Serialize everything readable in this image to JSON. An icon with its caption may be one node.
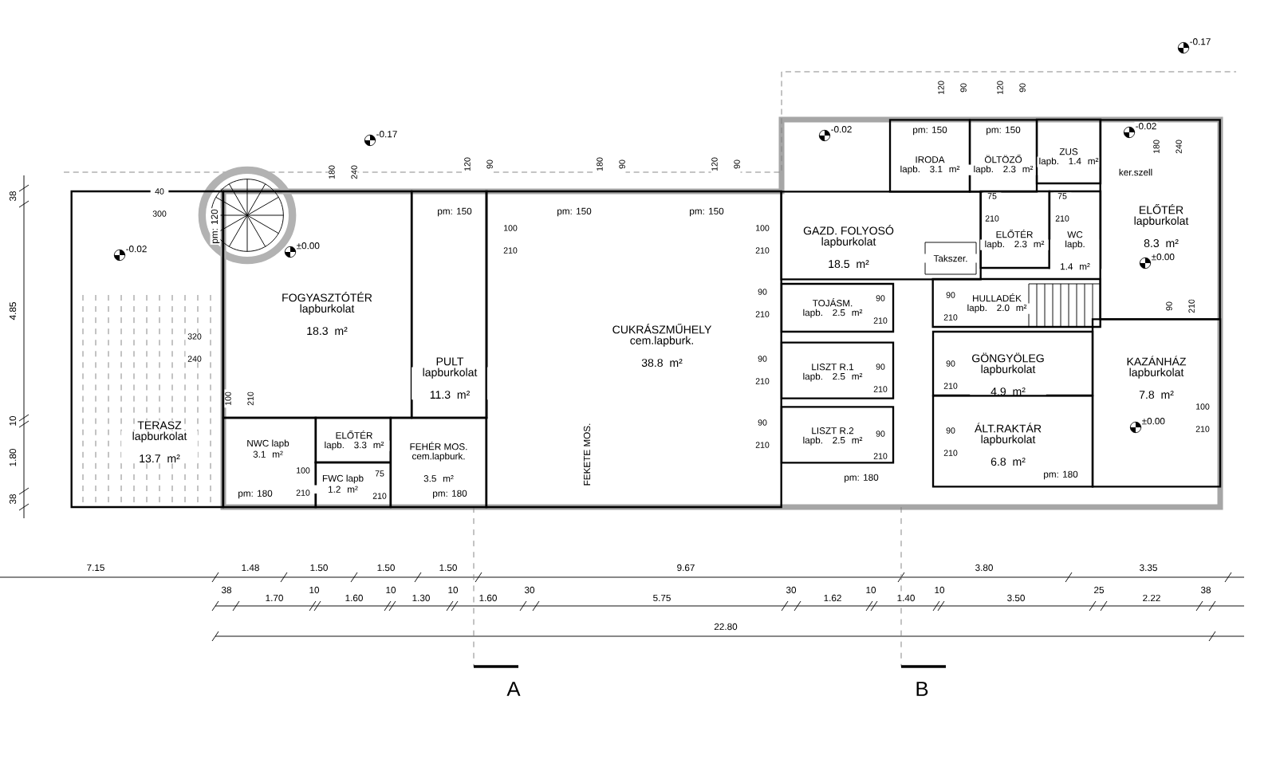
{
  "diagram": {
    "nodes": [
      {
        "text": [
          "TERASZ",
          "lapburkolat 13.7 m²"
        ]
      },
      {
        "text": [
          "FOGYASZTÓTÉR",
          "lapburkolat 18.3 m²"
        ]
      },
      {
        "text": [
          "PULT",
          "lapburkolat 11.3 m²"
        ]
      },
      {
        "text": [
          "CUKRÁSZMŰHELY",
          "cem.lapburk. 38.8 m²"
        ]
      },
      {
        "text": [
          "NWC lapb",
          "3.1 m²"
        ]
      },
      {
        "text": [
          "ELŐTÉR",
          "lapb. 3.3 m²"
        ]
      },
      {
        "text": [
          "FEHÉR MOS.",
          "cem.lapburk. 3.5 m²"
        ]
      },
      {
        "text": [
          "FWC lapb",
          "1.2 m²"
        ]
      },
      {
        "text": [
          "GAZD. FOLYOSÓ",
          "lapburkolat 18.5 m²"
        ]
      },
      {
        "text": [
          "IRODA",
          "lapb. 3.1 m²"
        ]
      },
      {
        "text": [
          "ÖLTÖZŐ",
          "lapb. 2.3 m²"
        ]
      },
      {
        "text": [
          "ZUS",
          "lapb. 1.4 m²"
        ]
      },
      {
        "text": [
          "ELŐTÉR",
          "lapb. 2.3 m²"
        ]
      },
      {
        "text": [
          "WC",
          "lapb. 1.4 m²"
        ]
      },
      {
        "text": [
          "ELŐTÉR",
          "lapburkolat 8.3 m²"
        ]
      },
      {
        "text": [
          "Takszer."
        ],
        "in": 8
      },
      {
        "text": [
          "TOJÁSM.",
          "lapb. 2.5 m²"
        ]
      },
      {
        "text": [
          "LISZT R.1",
          "lapb. 2.5 m²"
        ]
      },
      {
        "text": [
          "LISZT R.2",
          "lapb. 2.5 m²"
        ]
      },
      {
        "text": [
          "HULLADÉK",
          "lapb. 2.0 m²"
        ]
      },
      {
        "text": [
          "GÖNGYÖLEG",
          "lapburkolat 4.9 m²"
        ]
      },
      {
        "text": [
          "ÁLT.RAKTÁR",
          "lapburkolat 6.8 m²"
        ]
      },
      {
        "text": [
          "KAZÁNHÁZ",
          "lapburkolat 7.8 m²"
        ]
      }
    ],
    "labels": [
      "-0.17",
      "-0.17",
      "-0.02",
      "±0.00",
      "-0.02",
      "-0.02",
      "±0.00",
      "±0.00",
      "40 300",
      "pm: 120",
      "320 240",
      "180 240",
      "120 90",
      "180 90",
      "120 90",
      "120 90",
      "120 90",
      "180 240",
      "pm: 150",
      "pm: 150",
      "pm: 150",
      "pm: 150",
      "pm: 150",
      "pm: 180",
      "pm: 180",
      "pm: 180",
      "pm: 180",
      "100 210",
      "100 210",
      "75 210",
      "100 210",
      "100 210",
      "90 210",
      "90 210",
      "90 210",
      "90 210",
      "90 210",
      "90 210",
      "90 210",
      "90 210",
      "90 210",
      "75 210",
      "75 210",
      "90 210",
      "100 210",
      "ker.szell",
      "FEKETE MOS.",
      "7.15",
      "1.48",
      "1.50",
      "1.50",
      "1.50",
      "9.67",
      "3.80",
      "3.35",
      "38",
      "1.70",
      "10",
      "1.60",
      "10",
      "1.30",
      "10",
      "1.60",
      "30",
      "5.75",
      "30",
      "1.62",
      "10",
      "1.40",
      "10",
      "3.50",
      "25",
      "2.22",
      "38",
      "22.80",
      "38",
      "4.85",
      "10",
      "1.80",
      "38",
      "A",
      "B"
    ]
  }
}
